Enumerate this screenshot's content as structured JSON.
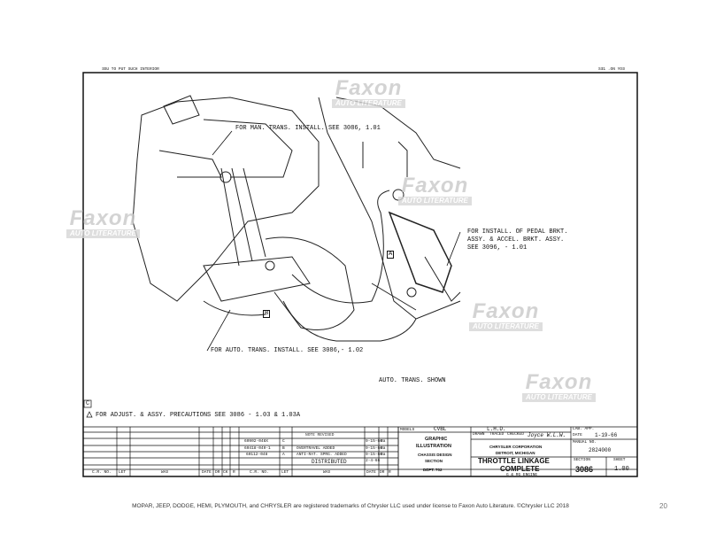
{
  "header": {
    "left_mirror": "ƎSU TO PUT SUCH INTERIOR",
    "right_mirror": "SƎ1 .ON YOƎ"
  },
  "watermark": {
    "name": "Faxon",
    "sub": "AUTO LITERATURE"
  },
  "callouts": {
    "man_trans": "FOR MAN. TRANS. INSTALL. SEE 3086, 1.01",
    "pedal": [
      "FOR INSTALL. OF PEDAL BRKT.",
      "ASSY. & ACCEL. BRKT. ASSY.",
      "SEE 3096, - 1.01"
    ],
    "auto_trans": "FOR AUTO. TRANS. INSTALL. SEE 3086,- 1.02",
    "auto_shown": "AUTO. TRANS. SHOWN",
    "label_a": "A",
    "label_b": "B",
    "label_c": "C",
    "adjust": "FOR ADJUST. & ASSY. PRECAUTIONS SEE 3086 - 1.03 & 1.03A"
  },
  "revisions": {
    "headers": {
      "cr_no": "C.R. NO.",
      "let": "LET",
      "was": "WAS",
      "date": "DATE",
      "dr": "DR",
      "ck": "CK",
      "r": "R"
    },
    "rows": [
      {
        "cr": "60902-048X",
        "let": "C",
        "was": "",
        "date": "9-15-66",
        "dr": "Ra"
      },
      {
        "cr": "60418-049-1",
        "let": "B",
        "was": "OVERTRAVEL ADDED",
        "date": "9-15-66",
        "dr": "Ra"
      },
      {
        "cr": "60112-048",
        "let": "A",
        "was": "ANTI-RAT. SPRG. ADDED",
        "date": "9-15-66",
        "dr": "Ra"
      },
      {
        "cr": "",
        "let": "",
        "was": "DISTRIBUTED",
        "date": "2-4-66",
        "dr": ""
      }
    ],
    "stamp": "NOTE REVISED"
  },
  "title_block": {
    "models_label": "MODELS",
    "models": "CVBL",
    "lhd": "L.H.D.",
    "graphic": "GRAPHIC",
    "illustration": "ILLUSTRATION",
    "chassis": "CHASSIS DESIGN",
    "section_label": "SECTION",
    "dept": "DEPT. 702",
    "drawn": "DRAWN",
    "traced": "TRACED",
    "checked": "CHECKED",
    "signers": "Joyce  W.L.W.",
    "corp": "CHRYSLER CORPORATION",
    "city": "DETROIT, MICHIGAN",
    "title1": "THROTTLE  LINKAGE",
    "title2": "COMPLETE",
    "title3": "G & RG ENGINE",
    "lab_app": "LAB. APP.",
    "date_label": "DATE",
    "date": "1-19-66",
    "manual_label": "MANUAL NO.",
    "manual": "2824000",
    "section_hdr": "SECTION",
    "section": "3086",
    "sheet_hdr": "SHEET",
    "sheet": "1.00"
  },
  "footer": "MOPAR, JEEP, DODGE, HEMI, PLYMOUTH, and CHRYSLER are registered trademarks of Chrysler LLC used under license to Faxon Auto Literature. ©Chrysler LLC 2018",
  "page_number": "20"
}
